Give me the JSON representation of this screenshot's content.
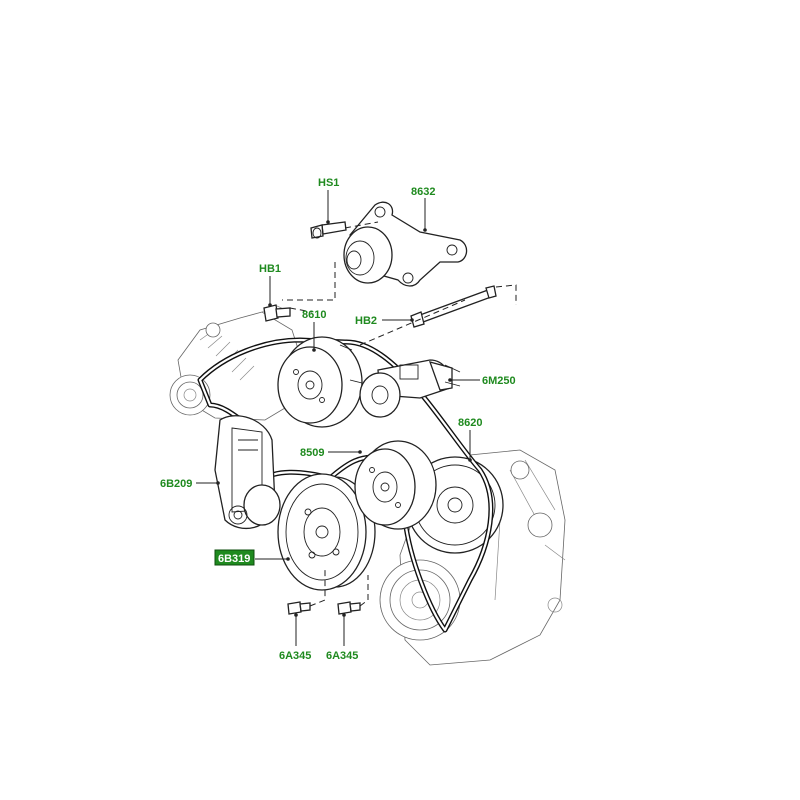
{
  "callouts": {
    "hs1": "HS1",
    "p8632": "8632",
    "hb1": "HB1",
    "p8610": "8610",
    "hb2": "HB2",
    "p6m250": "6M250",
    "p8620": "8620",
    "p8509": "8509",
    "p6b209": "6B209",
    "p6b319": "6B319",
    "p6a345_left": "6A345",
    "p6a345_right": "6A345"
  },
  "colors": {
    "callout_text": "#1f8a1f",
    "highlight_box": "#1f8a1f",
    "linework": "#222222"
  }
}
